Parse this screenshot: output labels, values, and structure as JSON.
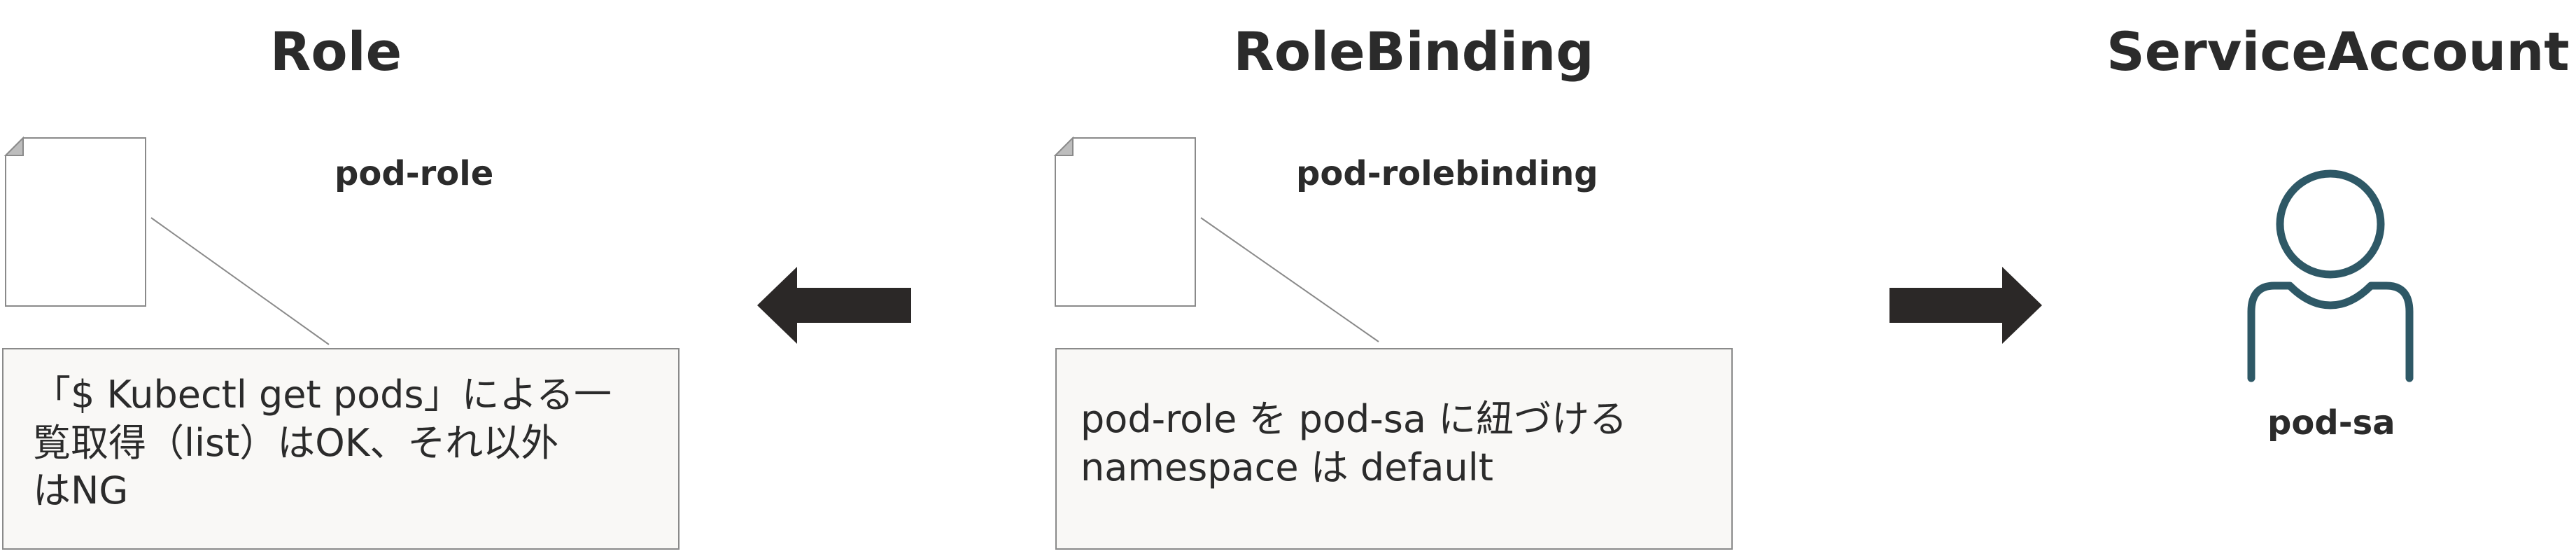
{
  "columns": [
    {
      "heading": "Role",
      "resource_name": "pod-role",
      "note_lines": [
        "「$ Kubectl get pods」による一",
        "覧取得（list）はOK、それ以外",
        "はNG"
      ]
    },
    {
      "heading": "RoleBinding",
      "resource_name": "pod-rolebinding",
      "note_lines": [
        "pod-role を pod-sa に紐づける",
        "namespace は default"
      ]
    },
    {
      "heading": "ServiceAccount",
      "resource_name": "pod-sa",
      "icon": "person-icon"
    }
  ],
  "colors": {
    "heading_text": "#2b2b2b",
    "arrow": "#2b2827",
    "person_icon": "#2e5866",
    "callout_fill": "#f9f8f6",
    "callout_border": "#8a8a8a",
    "document_border": "#8a8a8a"
  }
}
